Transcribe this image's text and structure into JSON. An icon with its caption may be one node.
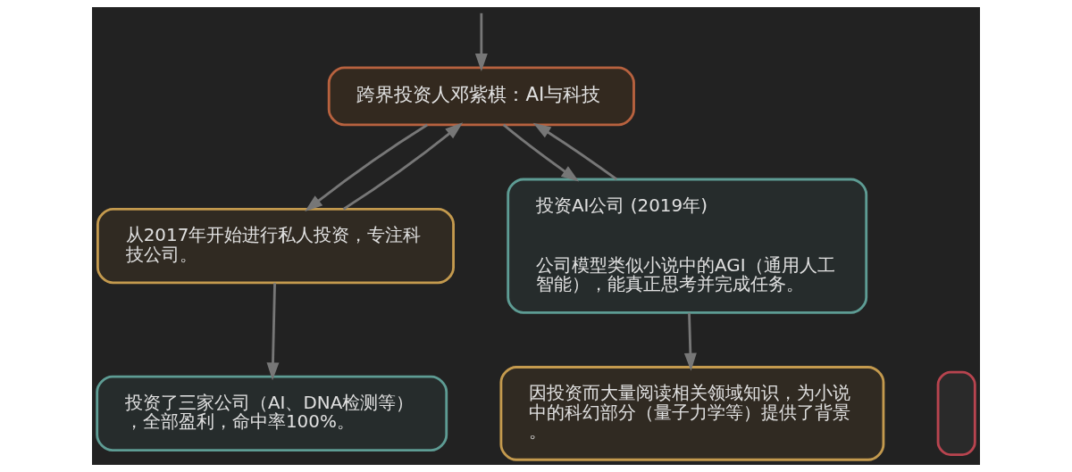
{
  "diagram": {
    "nodes": [
      {
        "text": [
          "跨界投资人邓紫棋：AI与科技"
        ]
      },
      {
        "text": [
          "从2017年开始进行私人投资，专注科技公司。"
        ]
      },
      {
        "text": [
          "投资了三家公司（AI、DNA检测等），全部盈利，命中率100%。"
        ]
      },
      {
        "text": [
          "投资AI公司 (2019年)",
          "公司模型类似小说中的AGI（通用人工智能），能真正思考并完成任务。"
        ]
      },
      {
        "text": [
          "因投资而大量阅读相关领域知识，为小说中的科幻部分（量子力学等）提供了背景。"
        ]
      },
      {
        "text": [],
        "shape": "box"
      }
    ],
    "edges": [
      {
        "from": 0,
        "to": 1,
        "arrow": "to"
      },
      {
        "from": 0,
        "to": 3,
        "arrow": "to"
      },
      {
        "from": 1,
        "to": 0,
        "arrow": "to"
      },
      {
        "from": 3,
        "to": 0,
        "arrow": "to"
      },
      {
        "from": null,
        "to": 0,
        "arrow": "to"
      },
      {
        "from": 1,
        "to": 2,
        "arrow": "to"
      },
      {
        "from": 3,
        "to": 4,
        "arrow": "to"
      }
    ]
  }
}
